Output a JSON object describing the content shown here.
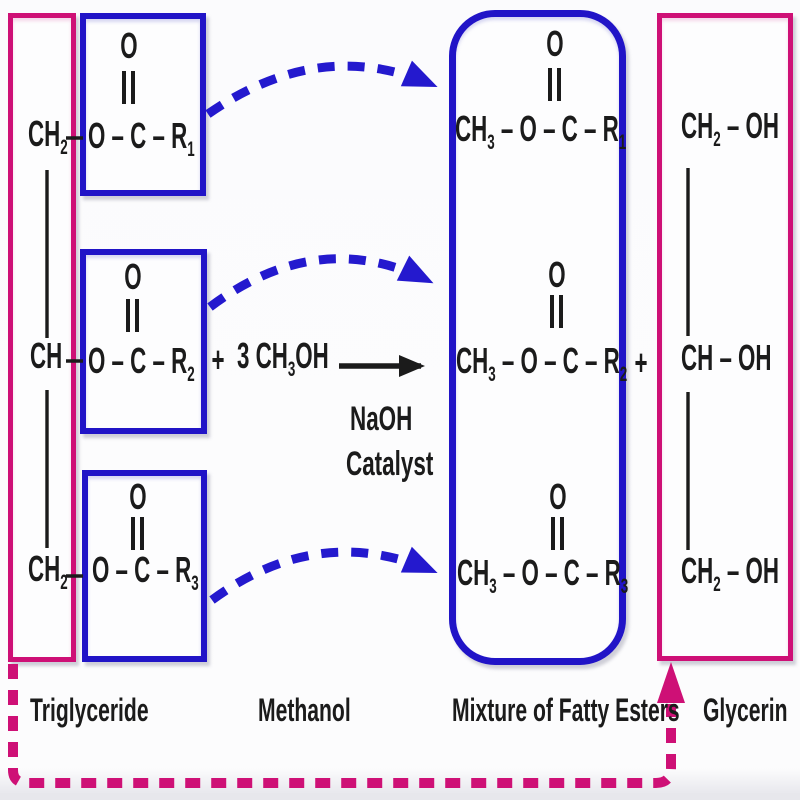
{
  "colors": {
    "pink": "#CE1076",
    "blue": "#2114C7",
    "arrow-blue": "#2419CE",
    "ink": "#1B1B1B"
  },
  "triglyceride": {
    "label": "Triglyceride",
    "backbone": [
      "CH_2",
      "CH",
      "CH_2"
    ],
    "esters": [
      {
        "carbonyl": "O",
        "chain": "O – C – R_1"
      },
      {
        "carbonyl": "O",
        "chain": "O – C – R_2"
      },
      {
        "carbonyl": "O",
        "chain": "O – C – R_3"
      }
    ]
  },
  "reaction": {
    "plus_left": "+",
    "methanol_formula": "3 CH_3OH",
    "methanol_label": "Methanol",
    "catalyst_line1": "NaOH",
    "catalyst_line2": "Catalyst"
  },
  "products": {
    "esters_label": "Mixture of Fatty Esters",
    "ester_rows": [
      {
        "carbonyl": "O",
        "chain": "CH_3 – O – C – R_1"
      },
      {
        "carbonyl": "O",
        "chain": "CH_3 – O – C – R_2"
      },
      {
        "carbonyl": "O",
        "chain": "CH_3 – O – C – R_3"
      }
    ],
    "plus_right": "+",
    "glycerin": {
      "label": "Glycerin",
      "rows": [
        "CH_2 – OH",
        "CH – OH",
        "CH_2 – OH"
      ]
    }
  }
}
